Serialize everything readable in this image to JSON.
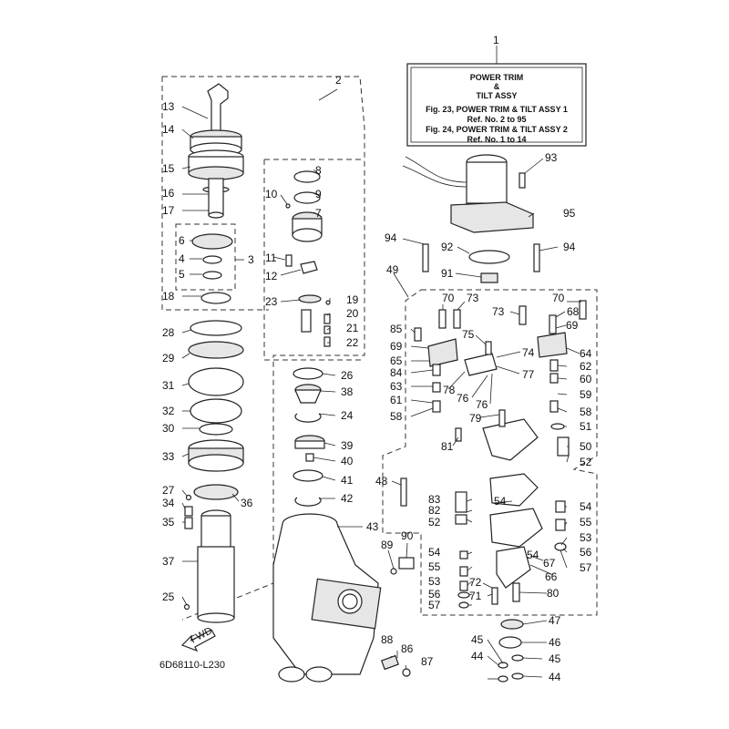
{
  "title_box": {
    "line1": "POWER TRIM",
    "line2": "&",
    "line3": "TILT ASSY",
    "line4": "Fig. 23, POWER TRIM & TILT ASSY 1",
    "line5": "Ref. No. 2 to 95",
    "line6": "Fig. 24, POWER TRIM & TILT ASSY 2",
    "line7": "Ref. No. 1 to 14"
  },
  "drawing_code": "6D68110-L230",
  "fwd_label": "FWD",
  "callouts": {
    "c1": "1",
    "c2": "2",
    "c3": "3",
    "c4": "4",
    "c5": "5",
    "c6": "6",
    "c7": "7",
    "c8": "8",
    "c9": "9",
    "c10": "10",
    "c11": "11",
    "c12": "12",
    "c13": "13",
    "c14": "14",
    "c15": "15",
    "c16": "16",
    "c17": "17",
    "c18": "18",
    "c19": "19",
    "c20": "20",
    "c21": "21",
    "c22": "22",
    "c23": "23",
    "c24": "24",
    "c25": "25",
    "c26": "26",
    "c27": "27",
    "c28": "28",
    "c29": "29",
    "c30": "30",
    "c31": "31",
    "c32": "32",
    "c33": "33",
    "c34": "34",
    "c35": "35",
    "c36": "36",
    "c37": "37",
    "c38": "38",
    "c39": "39",
    "c40": "40",
    "c41": "41",
    "c42": "42",
    "c43": "43",
    "c44a": "44",
    "c44b": "44",
    "c45a": "45",
    "c45b": "45",
    "c46": "46",
    "c47": "47",
    "c48": "48",
    "c49": "49",
    "c50": "50",
    "c51": "51",
    "c52a": "52",
    "c52b": "52",
    "c53a": "53",
    "c53b": "53",
    "c54a": "54",
    "c54b": "54",
    "c54c": "54",
    "c54d": "54",
    "c55a": "55",
    "c55b": "55",
    "c56a": "56",
    "c56b": "56",
    "c57a": "57",
    "c57b": "57",
    "c58a": "58",
    "c58b": "58",
    "c59": "59",
    "c60": "60",
    "c61": "61",
    "c62": "62",
    "c63": "63",
    "c64": "64",
    "c65": "65",
    "c66": "66",
    "c67": "67",
    "c68": "68",
    "c69a": "69",
    "c69b": "69",
    "c70a": "70",
    "c70b": "70",
    "c71": "71",
    "c72": "72",
    "c73a": "73",
    "c73b": "73",
    "c74": "74",
    "c75": "75",
    "c76a": "76",
    "c76b": "76",
    "c77": "77",
    "c78": "78",
    "c79": "79",
    "c80": "80",
    "c81": "81",
    "c82": "82",
    "c83": "83",
    "c84": "84",
    "c85": "85",
    "c86": "86",
    "c87": "87",
    "c88": "88",
    "c89": "89",
    "c90": "90",
    "c91": "91",
    "c92": "92",
    "c93": "93",
    "c94a": "94",
    "c94b": "94",
    "c95": "95"
  }
}
